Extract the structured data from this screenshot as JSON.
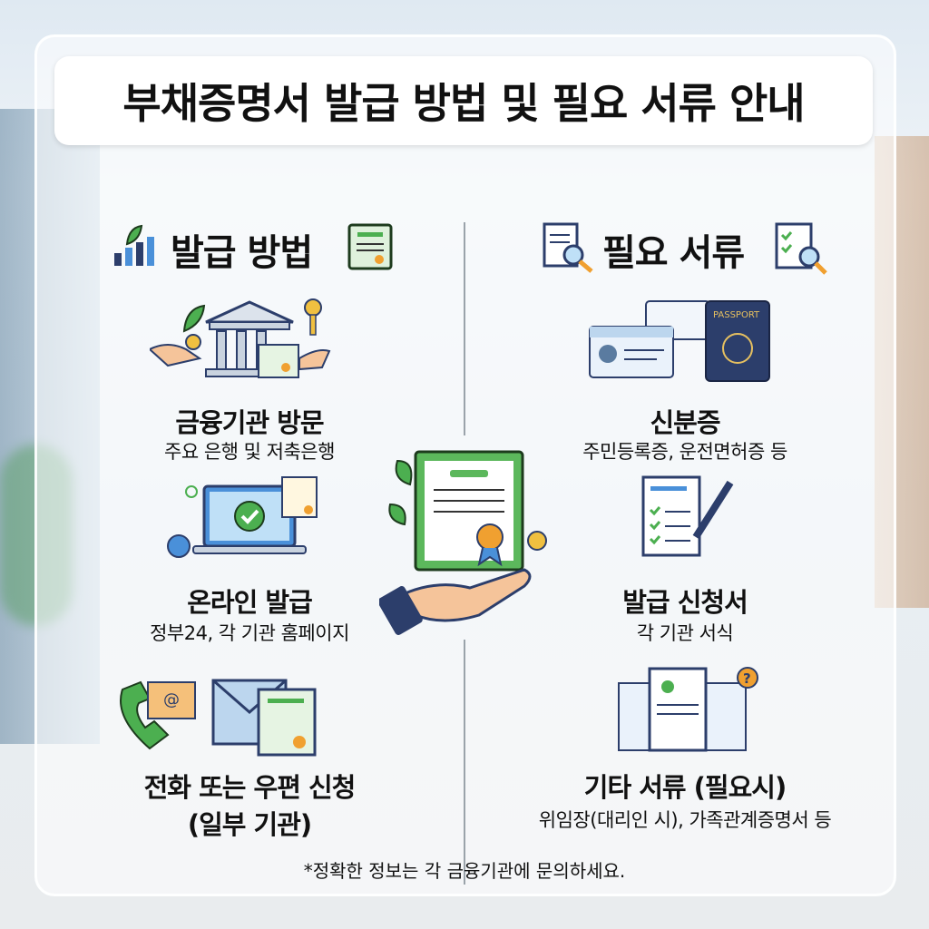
{
  "title": "부채증명서 발급 방법 및 필요 서류 안내",
  "left": {
    "heading": "발급 방법",
    "items": [
      {
        "title": "금융기관 방문",
        "subtitle": "주요 은행 및 저축은행",
        "icon": "bank-icon"
      },
      {
        "title": "온라인 발급",
        "subtitle": "정부24, 각 기관 홈페이지",
        "icon": "laptop-check-icon"
      },
      {
        "title": "전화 또는 우편 신청",
        "title2": "(일부 기관)",
        "icon": "phone-mail-icon"
      }
    ]
  },
  "right": {
    "heading": "필요 서류",
    "items": [
      {
        "title": "신분증",
        "subtitle": "주민등록증, 운전면허증 등",
        "icon": "id-card-passport-icon"
      },
      {
        "title": "발급 신청서",
        "subtitle": "각 기관 서식",
        "icon": "application-form-icon"
      },
      {
        "title": "기타 서류 (필요시)",
        "subtitle": "위임장(대리인 시), 가족관계증명서 등",
        "icon": "documents-question-icon"
      }
    ]
  },
  "passport_label": "PASSPORT",
  "footnote": "*정확한 정보는 각 금융기관에 문의하세요.",
  "colors": {
    "accent_green": "#4caf50",
    "navy": "#2c3e6b",
    "gold": "#f0a030"
  }
}
